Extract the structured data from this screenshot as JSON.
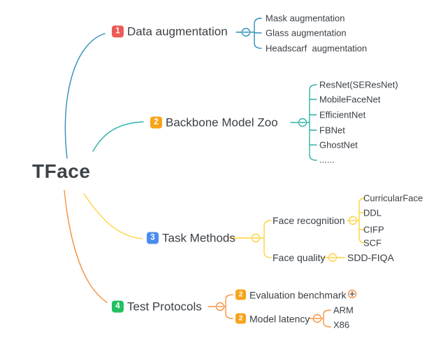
{
  "root": {
    "label": "TFace"
  },
  "colors": {
    "background": "#ffffff",
    "text": "#3b4046",
    "root_text": "#3e4348",
    "branch1_line": "#2e8fb8",
    "branch2_line": "#2cb3a6",
    "branch3_line": "#fdd23d",
    "branch4_line": "#f79240",
    "badge1_bg": "#eb5a55",
    "badge2_bg": "#f8a41b",
    "badge3_bg": "#4a8cf0",
    "badge4_bg": "#22c05f",
    "badge_text": "#ffffff",
    "expand_plus": "#4b4b4b"
  },
  "icons": {
    "collapse": "minus-circle-icon",
    "expand": "plus-circle-icon"
  },
  "branches": [
    {
      "badge": "1",
      "label": "Data augmentation",
      "children": [
        "Mask augmentation",
        "Glass augmentation",
        "Headscarf  augmentation"
      ]
    },
    {
      "badge": "2",
      "label": "Backbone Model Zoo",
      "children": [
        "ResNet(SEResNet)",
        "MobileFaceNet",
        "EfficientNet",
        "FBNet",
        "GhostNet",
        "......"
      ]
    },
    {
      "badge": "3",
      "label": "Task Methods",
      "children": [
        {
          "label": "Face recognition",
          "children": [
            "CurricularFace",
            "DDL",
            "CIFP",
            "SCF"
          ]
        },
        {
          "label": "Face quality",
          "children": [
            "SDD-FIQA"
          ]
        }
      ]
    },
    {
      "badge": "4",
      "label": "Test Protocols",
      "children": [
        {
          "badge": "2",
          "label": "Evaluation benchmark",
          "collapsed": true
        },
        {
          "badge": "2",
          "label": "Model latency",
          "children": [
            "ARM",
            "X86"
          ]
        }
      ]
    }
  ]
}
